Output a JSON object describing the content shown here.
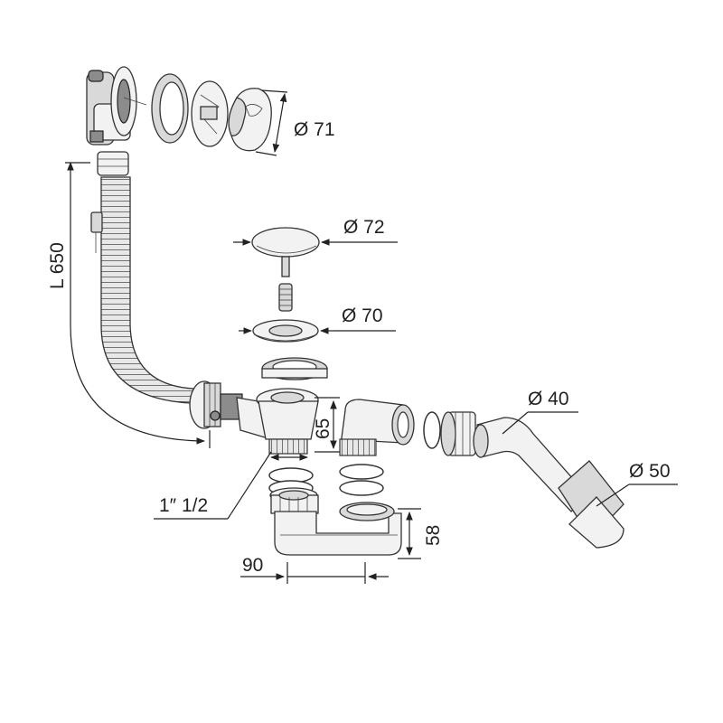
{
  "labels": {
    "overflow_diameter": "Ø 71",
    "plug_diameter": "Ø 72",
    "flange_diameter": "Ø 70",
    "outlet_small_diameter": "Ø 40",
    "outlet_large_diameter": "Ø 50",
    "cable_length": "L 650",
    "thread_size": "1″ 1/2",
    "waste_height": "65",
    "trap_height": "58",
    "trap_offset": "90"
  },
  "colors": {
    "line": "#222222",
    "part_fill": "#f2f2f2",
    "part_shade": "#d9d9d9",
    "part_dark": "#8c8c8c"
  }
}
